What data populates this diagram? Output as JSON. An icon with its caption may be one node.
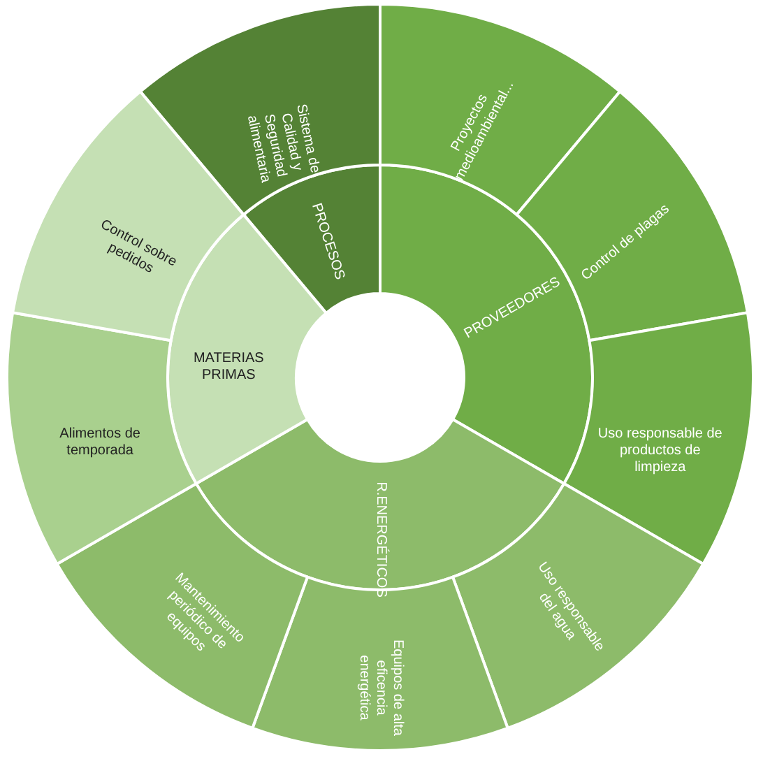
{
  "diagram": {
    "nodes": [
      {
        "text": [
          "PROCESOS"
        ]
      },
      {
        "text": [
          "Sistema de Calidad y Seguridad alimentaria"
        ]
      },
      {
        "text": [
          "PROVEEDORES"
        ]
      },
      {
        "text": [
          "Proyectos medioambiental..."
        ]
      },
      {
        "text": [
          "Control de plagas"
        ]
      },
      {
        "text": [
          "Uso responsable de productos de limpieza"
        ]
      },
      {
        "text": [
          "R.ENERGÉTICOS"
        ]
      },
      {
        "text": [
          "Uso responsable del agua"
        ]
      },
      {
        "text": [
          "Equipos de alta eficencia energética"
        ]
      },
      {
        "text": [
          "Mantenimiento periódico de equipos"
        ]
      },
      {
        "text": [
          "MATERIAS PRIMAS"
        ]
      },
      {
        "text": [
          "Alimentos de temporada"
        ]
      },
      {
        "text": [
          "Control sobre pedidos"
        ]
      }
    ]
  }
}
